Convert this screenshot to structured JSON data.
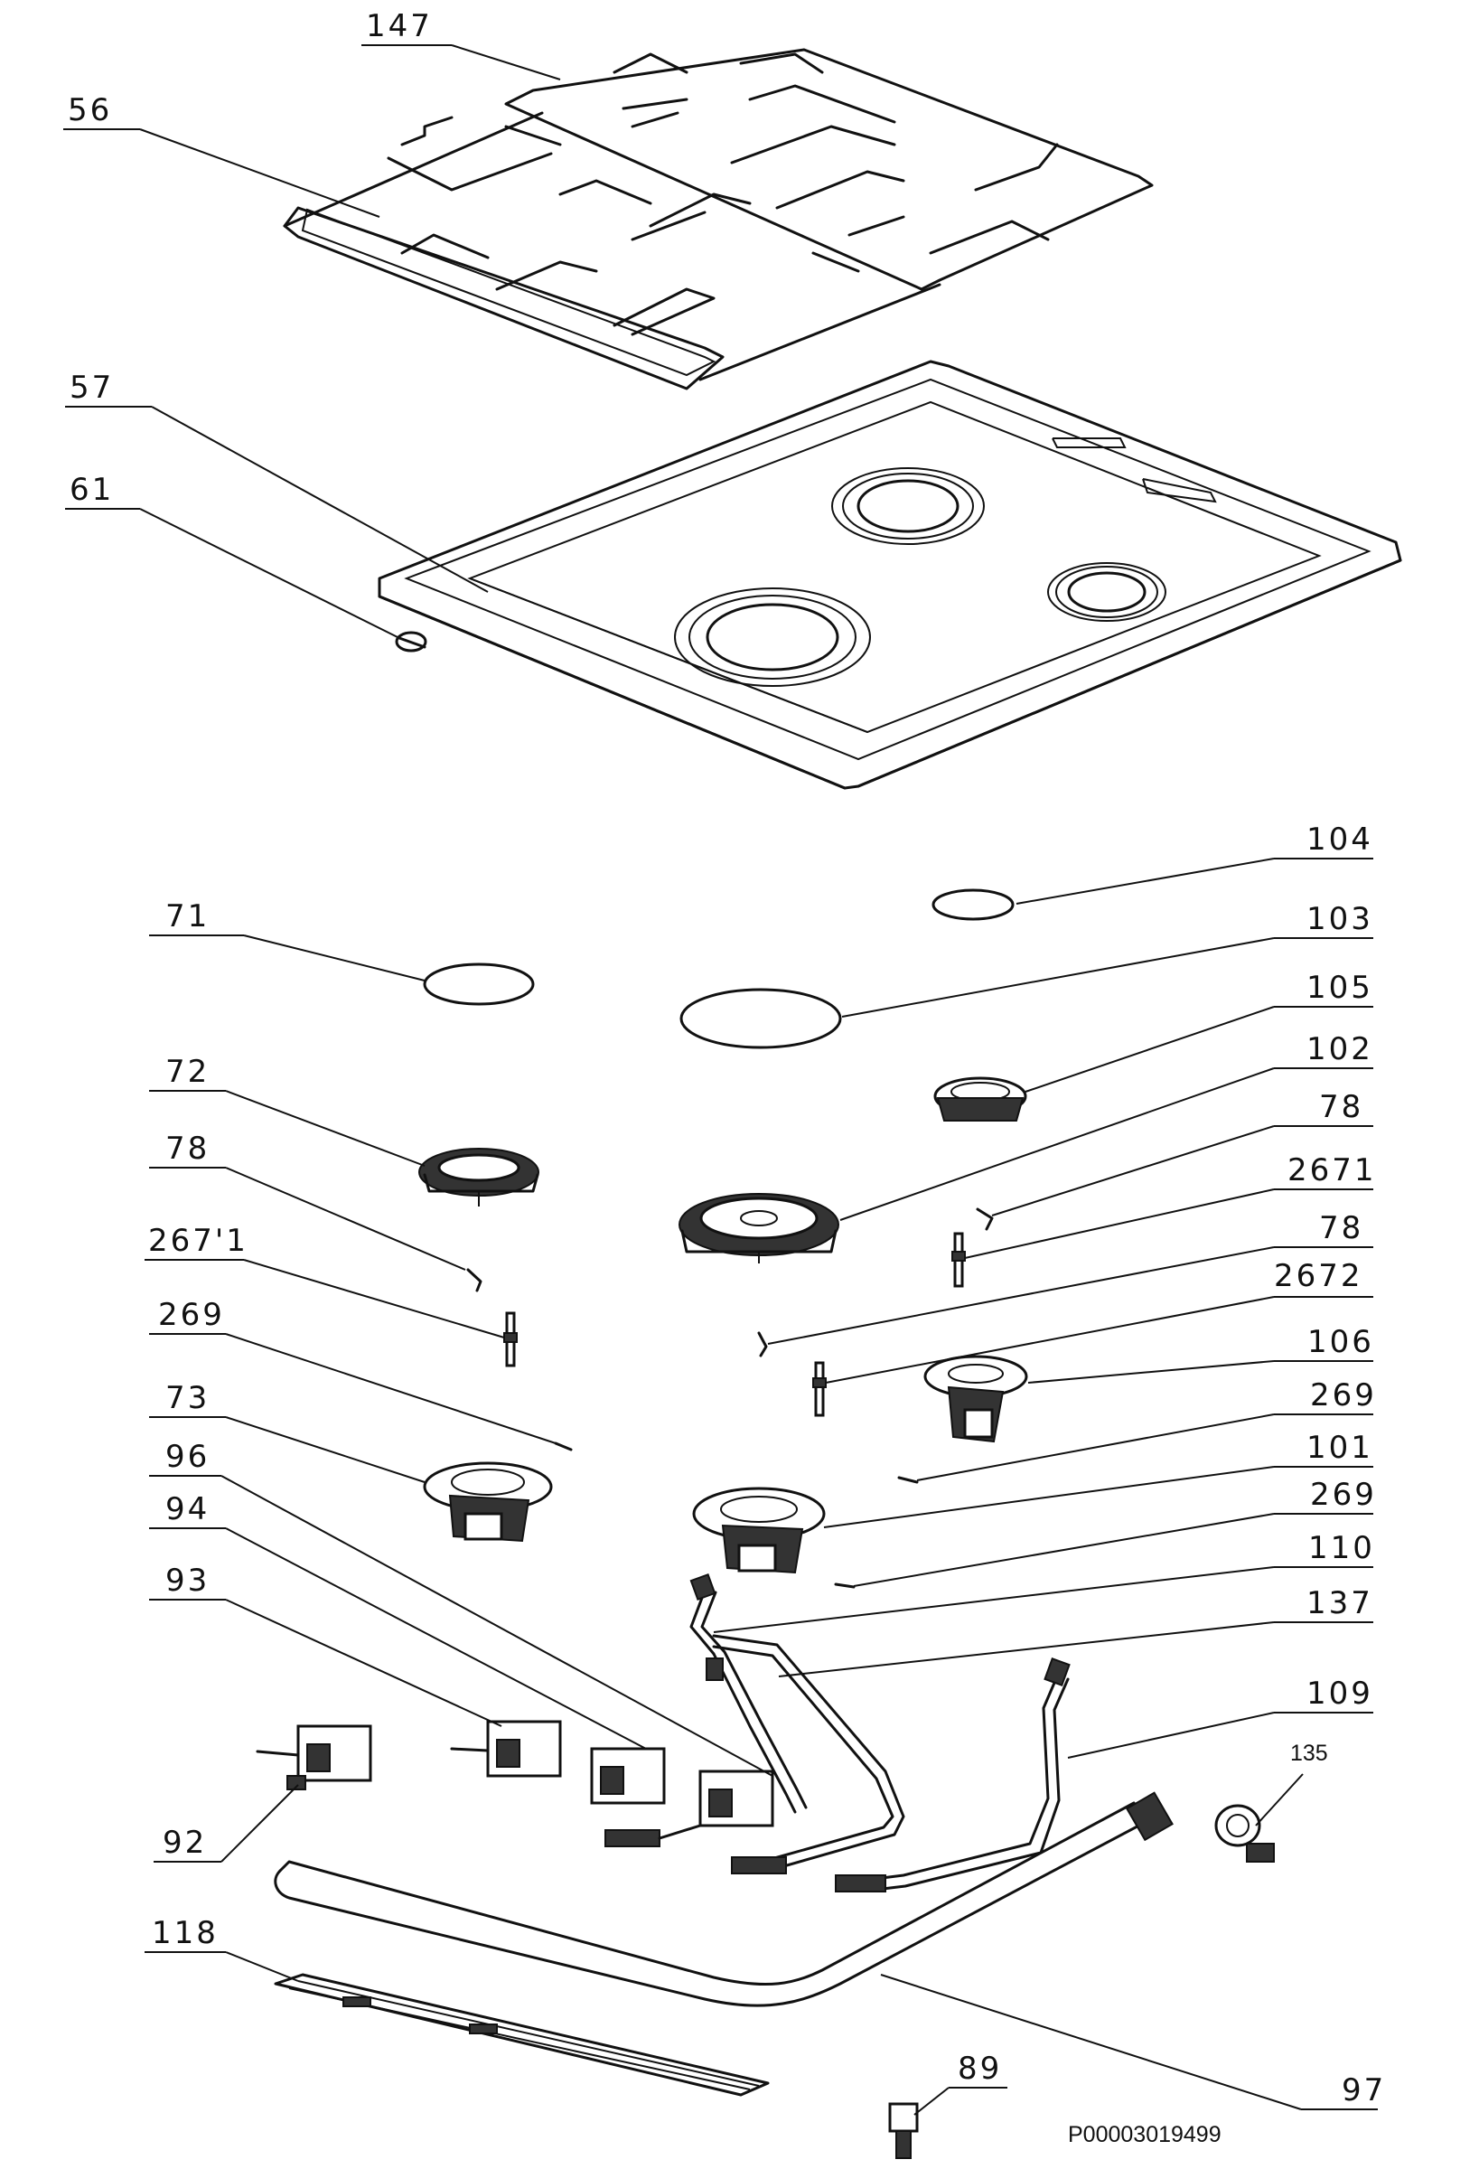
{
  "diagram": {
    "drawing_code": "P00003019499",
    "callouts": [
      {
        "id": "c147",
        "label": "147"
      },
      {
        "id": "c56",
        "label": "56"
      },
      {
        "id": "c57",
        "label": "57"
      },
      {
        "id": "c61",
        "label": "61"
      },
      {
        "id": "c104",
        "label": "104"
      },
      {
        "id": "c71",
        "label": "71"
      },
      {
        "id": "c103",
        "label": "103"
      },
      {
        "id": "c105",
        "label": "105"
      },
      {
        "id": "c72",
        "label": "72"
      },
      {
        "id": "c102",
        "label": "102"
      },
      {
        "id": "c78a",
        "label": "78"
      },
      {
        "id": "c78b",
        "label": "78"
      },
      {
        "id": "c2671a",
        "label": "2671"
      },
      {
        "id": "c2671b",
        "label": "267'1"
      },
      {
        "id": "c78c",
        "label": "78"
      },
      {
        "id": "c2672",
        "label": "2672"
      },
      {
        "id": "c269a",
        "label": "269"
      },
      {
        "id": "c106",
        "label": "106"
      },
      {
        "id": "c73",
        "label": "73"
      },
      {
        "id": "c269b",
        "label": "269"
      },
      {
        "id": "c96",
        "label": "96"
      },
      {
        "id": "c101",
        "label": "101"
      },
      {
        "id": "c94",
        "label": "94"
      },
      {
        "id": "c269c",
        "label": "269"
      },
      {
        "id": "c110",
        "label": "110"
      },
      {
        "id": "c93",
        "label": "93"
      },
      {
        "id": "c137",
        "label": "137"
      },
      {
        "id": "c109",
        "label": "109"
      },
      {
        "id": "c135",
        "label": "135"
      },
      {
        "id": "c92",
        "label": "92"
      },
      {
        "id": "c118",
        "label": "118"
      },
      {
        "id": "c89",
        "label": "89"
      },
      {
        "id": "c97",
        "label": "97"
      }
    ]
  }
}
